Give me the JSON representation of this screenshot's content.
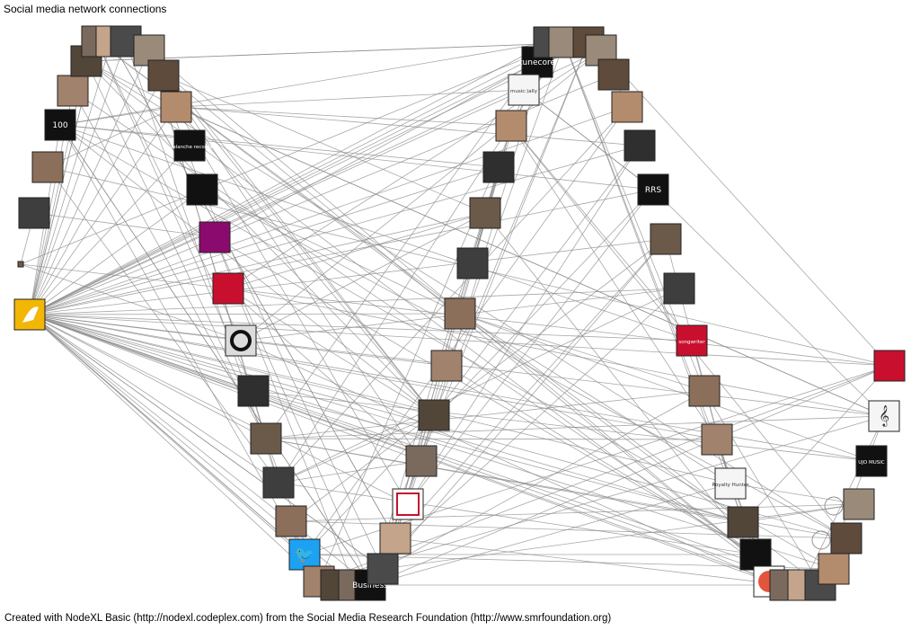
{
  "header": {
    "title": "Social media network connections"
  },
  "footer": {
    "credit": "Created with NodeXL Basic (http://nodexl.codeplex.com) from the Social Media Research Foundation (http://www.smrfoundation.org)"
  },
  "colors": {
    "edge": "#8a8a8a",
    "node_border": "#222222",
    "hub": "#f2b705",
    "twitter": "#1da1f2",
    "red_accent": "#c8102e",
    "magenta": "#8b0a6e"
  },
  "graph": {
    "nodes": [
      {
        "id": "hub",
        "icon": "hub-logo-icon",
        "kind": "hub"
      },
      {
        "id": "n-small",
        "icon": "small-avatar-icon",
        "kind": "photo"
      },
      {
        "id": "n-glasses",
        "icon": "person-avatar-icon",
        "kind": "photo"
      },
      {
        "id": "n-pink",
        "icon": "person-avatar-icon",
        "kind": "photo"
      },
      {
        "id": "n-100",
        "icon": "logo-icon",
        "kind": "logo",
        "label": "100"
      },
      {
        "id": "n-tl1",
        "icon": "person-avatar-icon",
        "kind": "photo"
      },
      {
        "id": "n-tl2",
        "icon": "person-avatar-icon",
        "kind": "photo"
      },
      {
        "id": "n-tl3",
        "icon": "person-avatar-icon",
        "kind": "photo"
      },
      {
        "id": "n-tl4",
        "icon": "person-avatar-icon",
        "kind": "photo"
      },
      {
        "id": "n-tl5",
        "icon": "person-avatar-icon",
        "kind": "photo"
      },
      {
        "id": "n-tl6",
        "icon": "person-avatar-icon",
        "kind": "photo"
      },
      {
        "id": "n-tl7",
        "icon": "person-avatar-icon",
        "kind": "photo"
      },
      {
        "id": "n-guitar",
        "icon": "person-avatar-icon",
        "kind": "photo"
      },
      {
        "id": "n-avalanche",
        "icon": "logo-icon",
        "kind": "logo",
        "label": "avalanche records"
      },
      {
        "id": "n-magenta",
        "icon": "logo-icon",
        "kind": "magenta"
      },
      {
        "id": "n-redpiano",
        "icon": "logo-icon",
        "kind": "red"
      },
      {
        "id": "n-ring",
        "icon": "ring-logo-icon",
        "kind": "ring"
      },
      {
        "id": "n-l1",
        "icon": "person-avatar-icon",
        "kind": "photo"
      },
      {
        "id": "n-l2",
        "icon": "person-avatar-icon",
        "kind": "photo"
      },
      {
        "id": "n-l3",
        "icon": "person-avatar-icon",
        "kind": "photo"
      },
      {
        "id": "n-l4",
        "icon": "person-avatar-icon",
        "kind": "photo"
      },
      {
        "id": "n-twitter",
        "icon": "twitter-bird-icon",
        "kind": "twitter"
      },
      {
        "id": "n-b1",
        "icon": "person-avatar-icon",
        "kind": "photo"
      },
      {
        "id": "n-b2",
        "icon": "person-avatar-icon",
        "kind": "photo"
      },
      {
        "id": "n-b3",
        "icon": "person-avatar-icon",
        "kind": "photo"
      },
      {
        "id": "n-business",
        "icon": "logo-icon",
        "kind": "logo",
        "label": "Business"
      },
      {
        "id": "n-hand",
        "icon": "person-avatar-icon",
        "kind": "photo"
      },
      {
        "id": "n-tunecore",
        "icon": "logo-icon",
        "kind": "logo",
        "label": "tunecore"
      },
      {
        "id": "n-musically",
        "icon": "logo-icon",
        "kind": "light",
        "label": "music:)ally"
      },
      {
        "id": "n-tc1",
        "icon": "person-avatar-icon",
        "kind": "photo"
      },
      {
        "id": "n-tc2",
        "icon": "person-avatar-icon",
        "kind": "photo"
      },
      {
        "id": "n-tc3",
        "icon": "person-avatar-icon",
        "kind": "photo"
      },
      {
        "id": "n-c1",
        "icon": "person-avatar-icon",
        "kind": "photo"
      },
      {
        "id": "n-c2",
        "icon": "person-avatar-icon",
        "kind": "photo"
      },
      {
        "id": "n-c3",
        "icon": "person-avatar-icon",
        "kind": "photo"
      },
      {
        "id": "n-c4",
        "icon": "person-avatar-icon",
        "kind": "photo"
      },
      {
        "id": "n-c5",
        "icon": "person-avatar-icon",
        "kind": "photo"
      },
      {
        "id": "n-c6",
        "icon": "person-avatar-icon",
        "kind": "photo"
      },
      {
        "id": "n-c7",
        "icon": "person-avatar-icon",
        "kind": "photo"
      },
      {
        "id": "n-c8",
        "icon": "person-avatar-icon",
        "kind": "photo"
      },
      {
        "id": "n-stamp",
        "icon": "logo-icon",
        "kind": "stamp"
      },
      {
        "id": "n-c9",
        "icon": "person-avatar-icon",
        "kind": "photo"
      },
      {
        "id": "n-c10",
        "icon": "person-avatar-icon",
        "kind": "photo"
      },
      {
        "id": "n-tr1",
        "icon": "person-avatar-icon",
        "kind": "photo"
      },
      {
        "id": "n-tr2",
        "icon": "person-avatar-icon",
        "kind": "photo"
      },
      {
        "id": "n-tr3",
        "icon": "person-avatar-icon",
        "kind": "photo"
      },
      {
        "id": "n-tr4",
        "icon": "person-avatar-icon",
        "kind": "photo"
      },
      {
        "id": "n-tr5",
        "icon": "person-avatar-icon",
        "kind": "photo"
      },
      {
        "id": "n-tr6",
        "icon": "person-avatar-icon",
        "kind": "photo"
      },
      {
        "id": "n-rr",
        "icon": "logo-icon",
        "kind": "logo",
        "label": "RRS"
      },
      {
        "id": "n-r1",
        "icon": "person-avatar-icon",
        "kind": "photo"
      },
      {
        "id": "n-r2",
        "icon": "person-avatar-icon",
        "kind": "photo"
      },
      {
        "id": "n-songwriter",
        "icon": "logo-icon",
        "kind": "red",
        "label": "songwriter"
      },
      {
        "id": "n-r3",
        "icon": "person-avatar-icon",
        "kind": "photo"
      },
      {
        "id": "n-r4",
        "icon": "person-avatar-icon",
        "kind": "photo"
      },
      {
        "id": "n-royalty",
        "icon": "logo-icon",
        "kind": "light",
        "label": "Royalty Hunter"
      },
      {
        "id": "n-cartoon",
        "icon": "person-avatar-icon",
        "kind": "photo"
      },
      {
        "id": "n-br1",
        "icon": "logo-icon",
        "kind": "logo"
      },
      {
        "id": "n-p",
        "icon": "logo-icon",
        "kind": "pcircle"
      },
      {
        "id": "n-br2",
        "icon": "person-avatar-icon",
        "kind": "photo"
      },
      {
        "id": "n-br3",
        "icon": "person-avatar-icon",
        "kind": "photo"
      },
      {
        "id": "n-br4",
        "icon": "person-avatar-icon",
        "kind": "photo"
      },
      {
        "id": "n-far1",
        "icon": "logo-icon",
        "kind": "red"
      },
      {
        "id": "n-clef",
        "icon": "treble-clef-icon",
        "kind": "light",
        "label": "𝄞"
      },
      {
        "id": "n-ujo",
        "icon": "logo-icon",
        "kind": "logo",
        "label": "UJO MUSIC"
      },
      {
        "id": "n-far2",
        "icon": "person-avatar-icon",
        "kind": "photo"
      },
      {
        "id": "n-far3",
        "icon": "person-avatar-icon",
        "kind": "photo"
      },
      {
        "id": "n-far4",
        "icon": "person-avatar-icon",
        "kind": "photo"
      }
    ],
    "self_loops": [
      "n-far2",
      "n-far3"
    ]
  }
}
